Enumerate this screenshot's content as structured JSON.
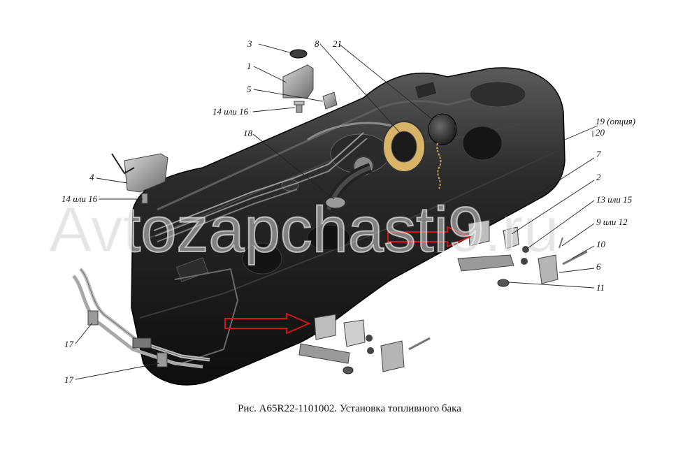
{
  "watermark": "Avtozapchasti9.ru",
  "caption": "Рис. А65R22-1101002. Установка топливного бака",
  "callouts": {
    "c1": "1",
    "c2": "2",
    "c3": "3",
    "c4": "4",
    "c5": "5",
    "c6": "6",
    "c7": "7",
    "c8": "8",
    "c9_12": "9 или 12",
    "c10": "10",
    "c11": "11",
    "c13_15": "13 или 15",
    "c14_16_a": "14 или 16",
    "c14_16_b": "14 или 16",
    "c17_a": "17",
    "c17_b": "17",
    "c18": "18",
    "c19": "19 (опция)",
    "c20": "20",
    "c21": "21"
  },
  "colors": {
    "tank": "#1b1b1b",
    "tank_highlight": "#4a4a4a",
    "parts": "#7a7a7a",
    "arrow": "#d01818"
  }
}
